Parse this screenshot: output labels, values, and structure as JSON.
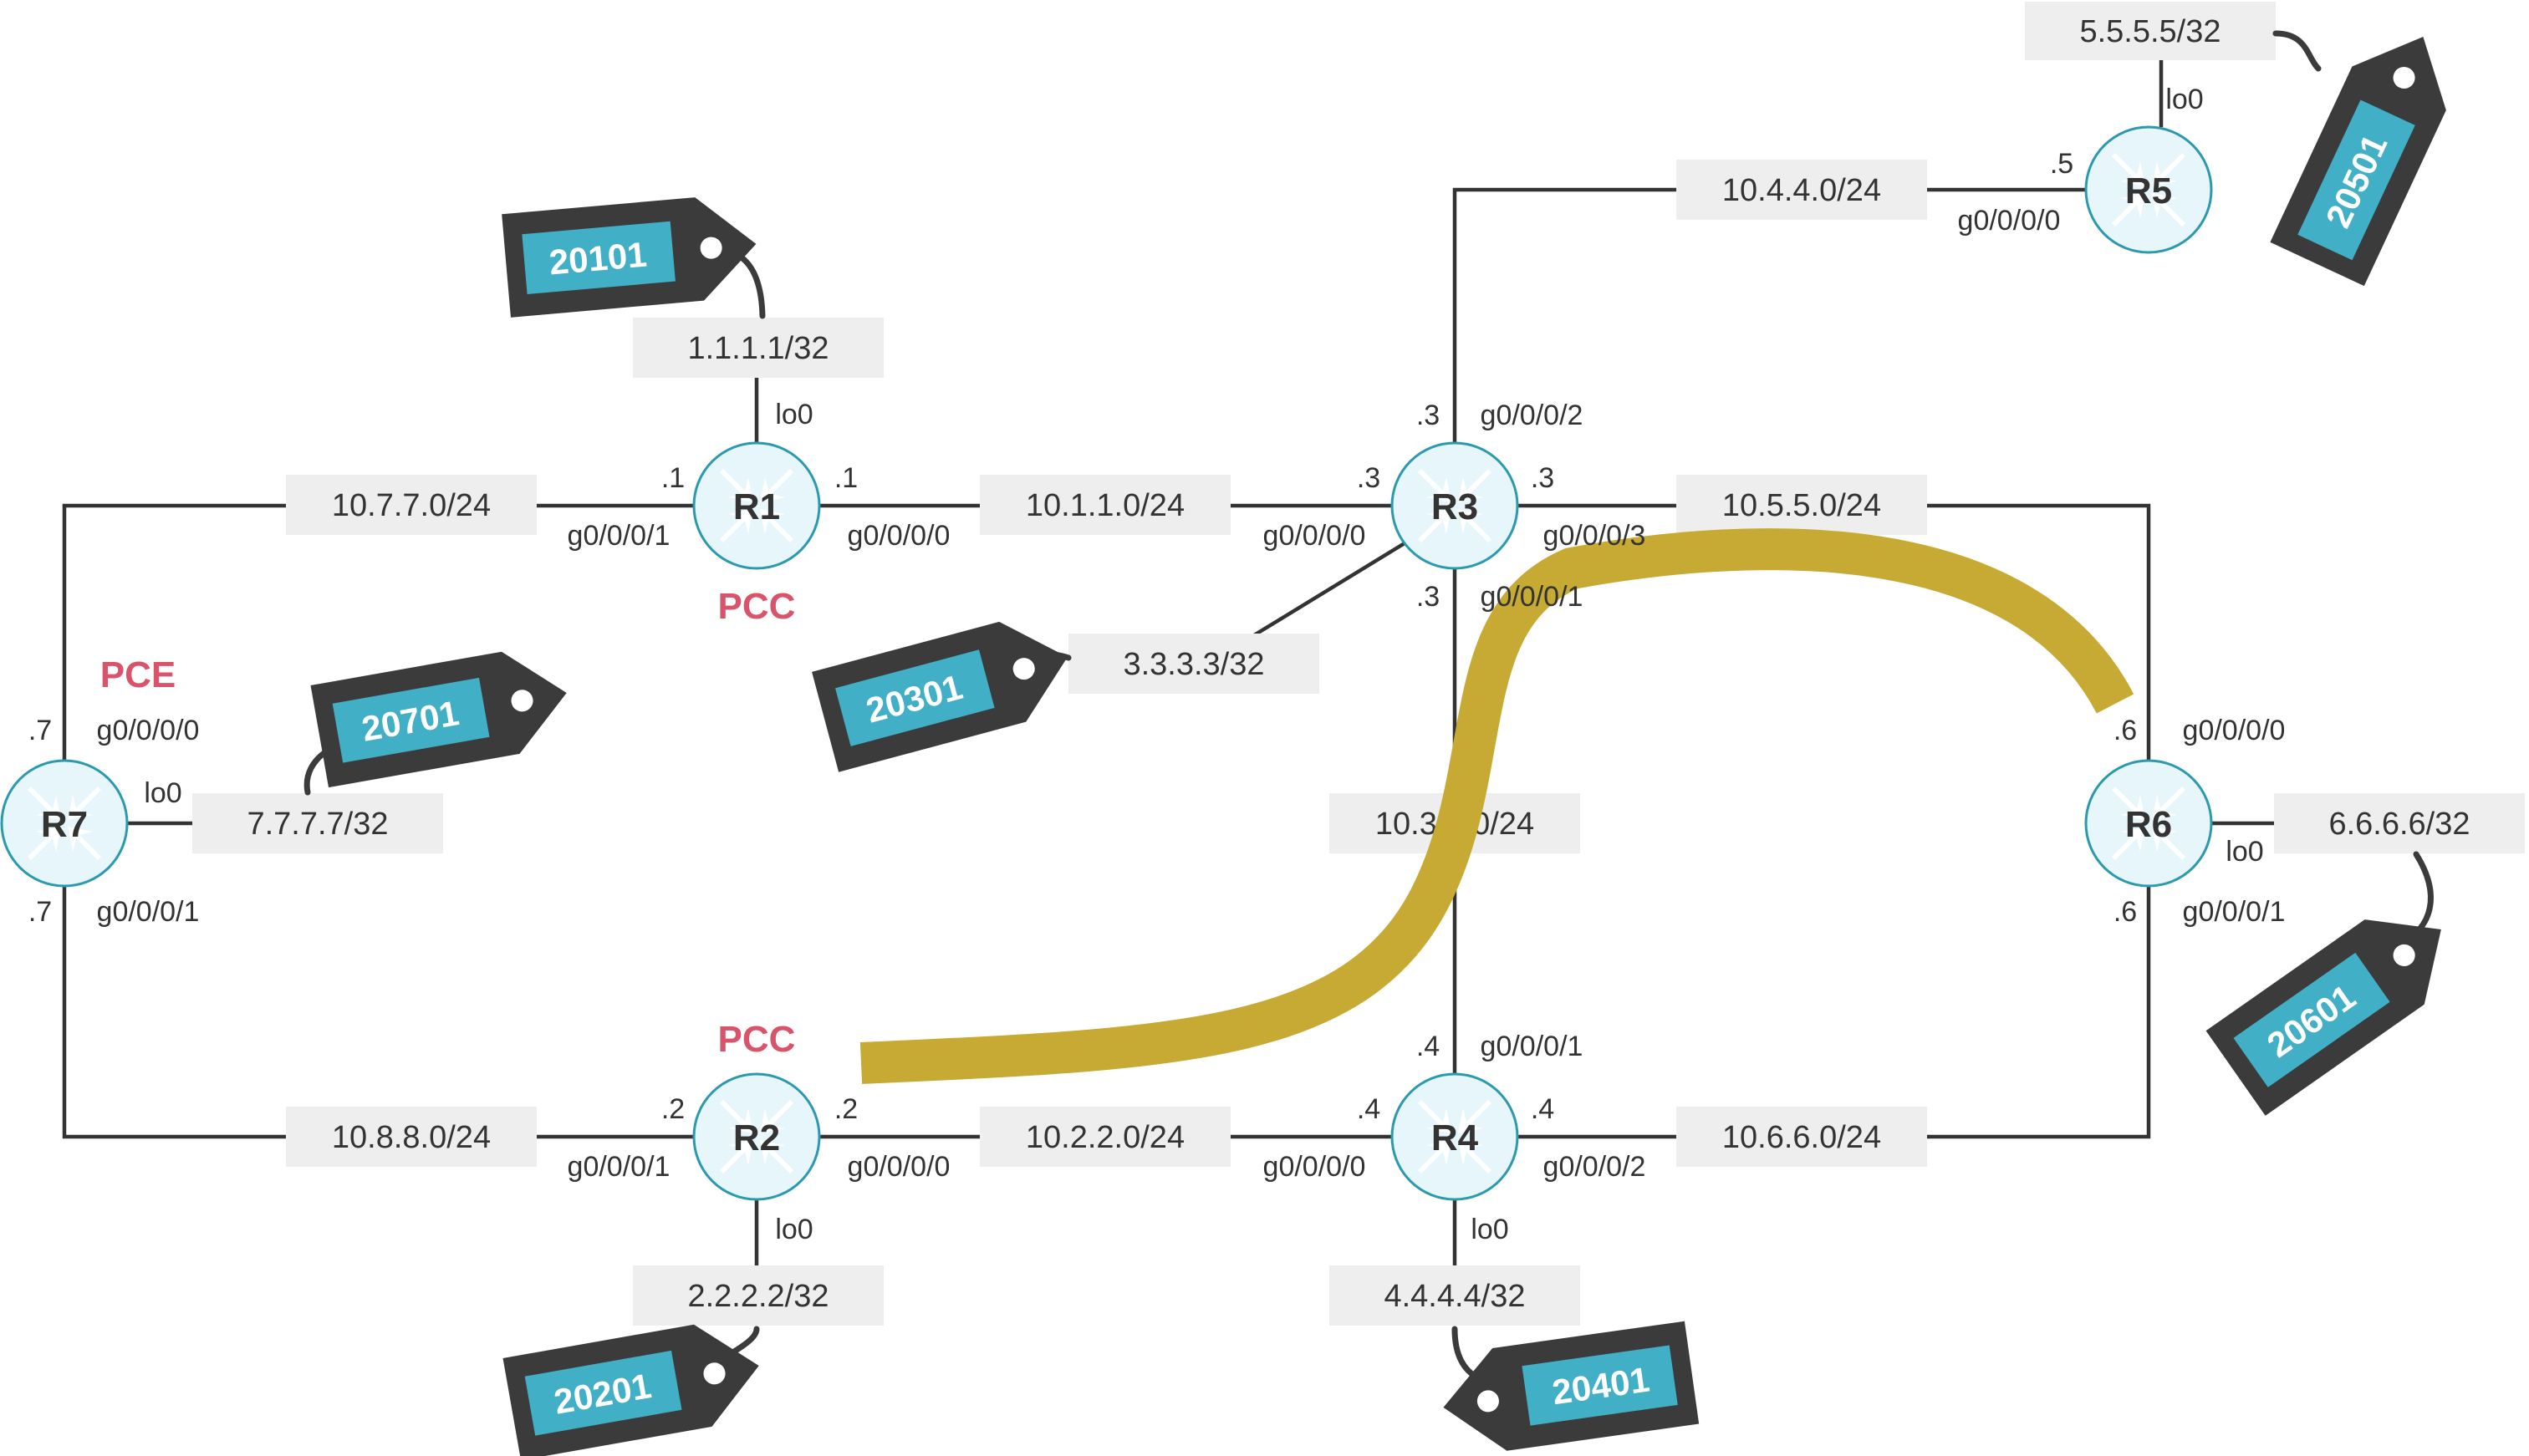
{
  "subnets": {
    "s_10_7_7_0": "10.7.7.0/24",
    "s_10_1_1_0": "10.1.1.0/24",
    "s_10_5_5_0": "10.5.5.0/24",
    "s_10_4_4_0": "10.4.4.0/24",
    "s_10_3_3_0": "10.3.3.0/24",
    "s_10_8_8_0": "10.8.8.0/24",
    "s_10_2_2_0": "10.2.2.0/24",
    "s_10_6_6_0": "10.6.6.0/24"
  },
  "loopbacks": {
    "r1": "1.1.1.1/32",
    "r2": "2.2.2.2/32",
    "r3": "3.3.3.3/32",
    "r4": "4.4.4.4/32",
    "r5": "5.5.5.5/32",
    "r6": "6.6.6.6/32",
    "r7": "7.7.7.7/32"
  },
  "routers": {
    "r1": "R1",
    "r2": "R2",
    "r3": "R3",
    "r4": "R4",
    "r5": "R5",
    "r6": "R6",
    "r7": "R7"
  },
  "roles": {
    "r1": "PCC",
    "r2": "PCC",
    "r7": "PCE"
  },
  "sids": {
    "r1": "20101",
    "r2": "20201",
    "r3": "20301",
    "r4": "20401",
    "r5": "20501",
    "r6": "20601",
    "r7": "20701"
  },
  "interfaces": {
    "lo0": "lo0",
    "g0000": "g0/0/0/0",
    "g0001": "g0/0/0/1",
    "g0002": "g0/0/0/2",
    "g0003": "g0/0/0/3"
  },
  "host_ids": {
    "d1": ".1",
    "d2": ".2",
    "d3": ".3",
    "d4": ".4",
    "d5": ".5",
    "d6": ".6",
    "d7": ".7"
  },
  "colors": {
    "link": "#333333",
    "subnet_box": "#eeeeee",
    "role_label": "#d9536b",
    "tag_body": "#3b3b3b",
    "tag_label": "#41afc6",
    "router_fill": "#e6f6fa",
    "router_stroke": "#2b9aae",
    "sr_path": "#c7aa33"
  },
  "icons": {
    "router": "router-icon",
    "tag": "price-tag-icon"
  }
}
